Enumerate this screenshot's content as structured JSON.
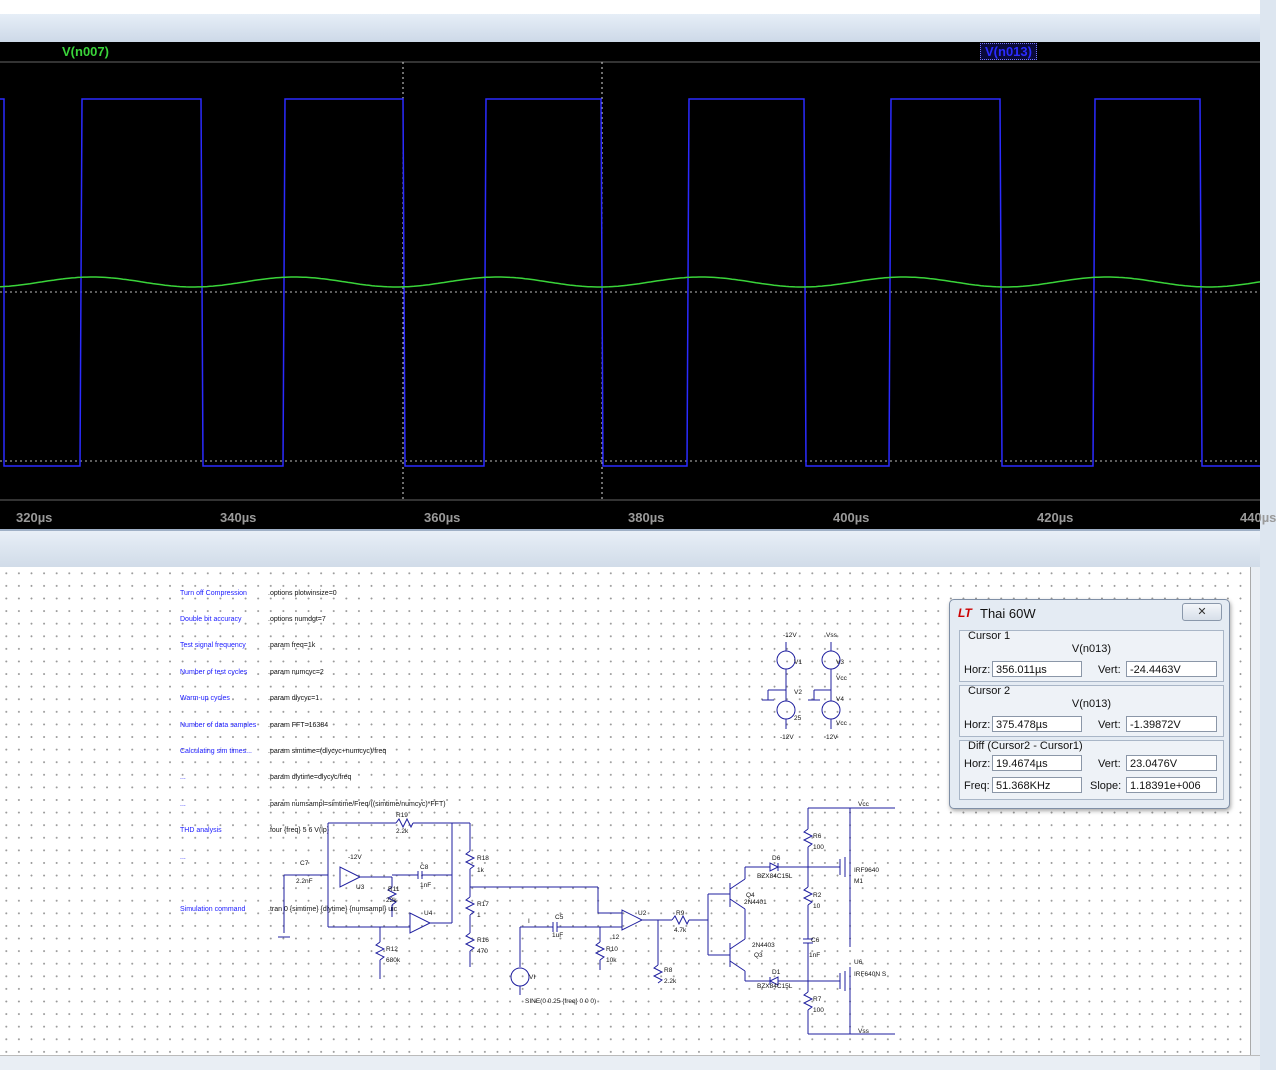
{
  "waveform": {
    "traces": [
      {
        "name": "V(n007)",
        "color": "#3ad43a"
      },
      {
        "name": "V(n013)",
        "color": "#2b2bff"
      }
    ],
    "x_ticks": [
      "320µs",
      "340µs",
      "360µs",
      "380µs",
      "400µs",
      "420µs",
      "440µs"
    ]
  },
  "spice_directives": {
    "comments": [
      "Turn off Compression",
      "Double bit accuracy",
      "Test signal frequency",
      "Number of test cycles",
      "Warm-up cycles",
      "Number of data samples",
      "Calculating sim times...",
      "...",
      "...",
      "THD analysis",
      "...",
      "",
      "Simulation command"
    ],
    "commands": [
      ".options plotwinsize=0",
      ".options numdgt=7",
      ".param freq=1k",
      ".param numcyc=2",
      ".param dlycyc=1",
      ".param FFT=16384",
      ".param simtime=(dlycyc+numcyc)/freq",
      ".param dlytime=dlycyc/freq",
      ".param numsampl=simtime/Freq/((simtime/numcyc)*FFT)",
      ".four {freq} 5 6 V(lp)",
      "",
      "",
      ".tran 0 {simtime} {dlytime} {numsampl} uic"
    ]
  },
  "schematic": {
    "parts": [
      "R19",
      "2.2k",
      "C7",
      "2.2nF",
      "U3",
      "R11",
      "22k",
      "C8",
      "1nF",
      "U4",
      "R12",
      "680k",
      "R18",
      "1k",
      "R17",
      "1",
      "R16",
      "470",
      "C5",
      "1uF",
      "R10",
      "10k",
      "U2",
      "R9",
      "4.7k",
      "R8",
      "2.2k",
      "Q4",
      "2N4401",
      "Q3",
      "2N4403",
      "D6",
      "BZX84C15L",
      "D1",
      "BZX84C15L",
      "R6",
      "100",
      "R2",
      "10",
      "C6",
      "1nF",
      "R7",
      "100",
      "M1",
      "IRF9640",
      "U6",
      "IRF640N S",
      "Vcc",
      "Vss",
      "V1",
      "V2",
      "V3",
      "V4",
      "12V",
      "-12V",
      "12",
      "25",
      "Vcc",
      "Vss",
      "12V",
      "-12V"
    ],
    "source": "SINE(0 0.25 {freq} 0 0 0)",
    "source_name": "VI",
    "node_label": "I"
  },
  "cursor_window": {
    "title": "Thai 60W",
    "close": "✕",
    "cursor1": {
      "label": "Cursor 1",
      "trace": "V(n013)",
      "horz_label": "Horz:",
      "horz": "356.011µs",
      "vert_label": "Vert:",
      "vert": "-24.4463V"
    },
    "cursor2": {
      "label": "Cursor 2",
      "trace": "V(n013)",
      "horz_label": "Horz:",
      "horz": "375.478µs",
      "vert_label": "Vert:",
      "vert": "-1.39872V"
    },
    "diff": {
      "label": "Diff (Cursor2 - Cursor1)",
      "horz_label": "Horz:",
      "horz": "19.4674µs",
      "vert_label": "Vert:",
      "vert": "23.0476V",
      "freq_label": "Freq:",
      "freq": "51.368KHz",
      "slope_label": "Slope:",
      "slope": "1.18391e+006"
    }
  },
  "colors": {
    "plot_bg": "#000000",
    "green_trace": "#3ad43a",
    "blue_trace": "#2b2bff",
    "wire": "#1f1f9f"
  }
}
